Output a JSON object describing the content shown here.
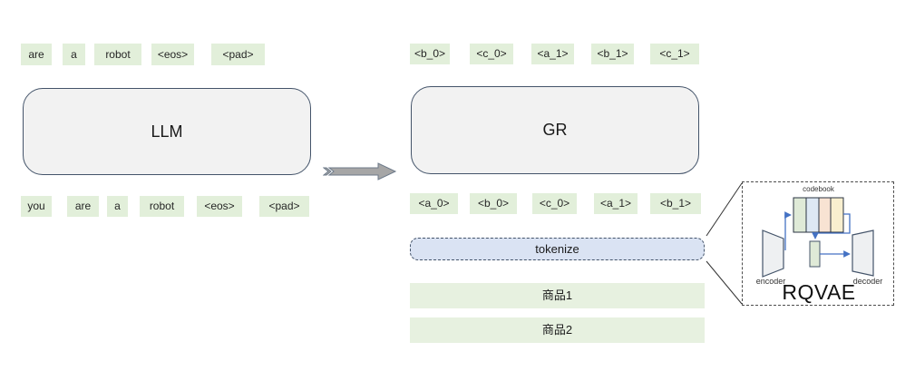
{
  "left": {
    "top_tokens": [
      "are",
      "a",
      "robot",
      "<eos>",
      "<pad>"
    ],
    "model_label": "LLM",
    "bottom_tokens": [
      "you",
      "are",
      "a",
      "robot",
      "<eos>",
      "<pad>"
    ]
  },
  "right": {
    "top_tokens": [
      "<b_0>",
      "<c_0>",
      "<a_1>",
      "<b_1>",
      "<c_1>"
    ],
    "model_label": "GR",
    "bottom_tokens": [
      "<a_0>",
      "<b_0>",
      "<c_0>",
      "<a_1>",
      "<b_1>"
    ],
    "tokenize_label": "tokenize",
    "items": [
      "商品1",
      "商品2"
    ]
  },
  "rqvae": {
    "title": "RQVAE",
    "codebook_label": "codebook",
    "encoder_label": "encoder",
    "decoder_label": "decoder"
  },
  "colors": {
    "token_chip_bg": "#e2efda",
    "item_bar_bg": "#e7f1e0",
    "model_box_bg": "#f2f2f2",
    "model_box_border": "#44546a",
    "tokenize_bg": "#dae3f3",
    "connector_blue": "#4472c4",
    "arrow_gray": "#a6a6a6",
    "callout_line": "#333333",
    "codebook_cells": [
      "#dfead7",
      "#dde8f4",
      "#f8e3d3",
      "#f8efcf"
    ]
  }
}
